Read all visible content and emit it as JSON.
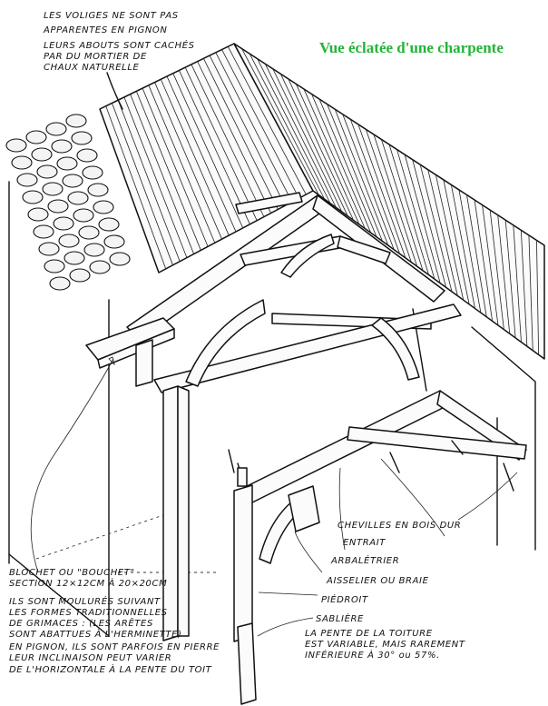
{
  "title": "Vue éclatée d'une charpente",
  "title_color": "#22b536",
  "notes": {
    "voliges": [
      "LES VOLIGES NE SONT PAS",
      "APPARENTES EN PIGNON",
      "LEURS ABOUTS SONT CACHÉS",
      "PAR DU MORTIER DE",
      "CHAUX NATURELLE"
    ],
    "blochet": [
      "BLOCHET OU \"BOUCHET\"",
      "SECTION 12×12CM À 20×20CM",
      "",
      "ILS SONT MOULURÉS SUIVANT",
      "LES FORMES TRADITIONNELLES",
      "DE GRIMACES : (LES ARÊTES",
      "SONT ABATTUES À L'HERMINETTE)",
      "EN PIGNON, ILS SONT PARFOIS EN PIERRE",
      "LEUR INCLINAISON PEUT VARIER",
      "DE L'HORIZONTALE À LA PENTE DU TOIT"
    ],
    "pente": [
      "LA PENTE DE LA TOITURE",
      "EST VARIABLE, MAIS RAREMENT",
      "INFÉRIEURE À 30° ou 57%."
    ]
  },
  "labels": {
    "chevilles": "CHEVILLES EN BOIS DUR",
    "entrait": "ENTRAIT",
    "arbaletrier": "ARBALÉTRIER",
    "aisselier": "AISSELIER OU BRAIE",
    "piedroit": "PIÉDROIT",
    "sabliere": "SABLIÈRE"
  }
}
